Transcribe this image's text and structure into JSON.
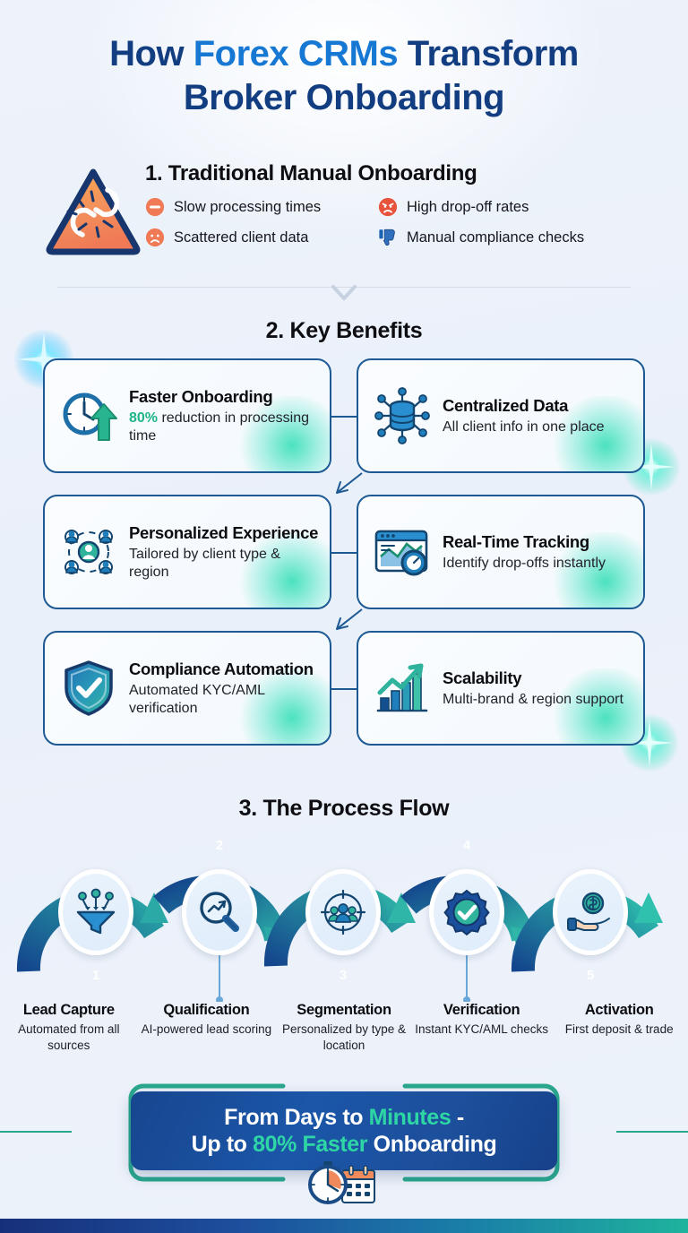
{
  "title": {
    "line1_a": "How ",
    "line1_hl": "Forex CRMs",
    "line1_b": " Transform",
    "line2": "Broker Onboarding"
  },
  "section1": {
    "heading": "1. Traditional Manual Onboarding",
    "icon": "warning-triangle-broken-chain-icon",
    "points": [
      {
        "icon": "no-entry-icon",
        "label": "Slow processing times"
      },
      {
        "icon": "angry-face-icon",
        "label": "High drop-off rates"
      },
      {
        "icon": "sad-face-icon",
        "label": "Scattered client data"
      },
      {
        "icon": "thumbs-down-icon",
        "label": "Manual compliance checks"
      }
    ]
  },
  "section2": {
    "heading": "2. Key Benefits",
    "cards": [
      {
        "icon": "clock-arrow-icon",
        "title": "Faster Onboarding",
        "highlight": "80%",
        "sub_rest": " reduction in processing time"
      },
      {
        "icon": "database-network-icon",
        "title": "Centralized Data",
        "highlight": "",
        "sub_rest": "All client info in one place"
      },
      {
        "icon": "people-network-icon",
        "title": "Personalized Experience",
        "highlight": "",
        "sub_rest": "Tailored by client type & region"
      },
      {
        "icon": "dashboard-gauge-icon",
        "title": "Real-Time Tracking",
        "highlight": "",
        "sub_rest": "Identify drop-offs instantly"
      },
      {
        "icon": "shield-check-icon",
        "title": "Compliance Automation",
        "highlight": "",
        "sub_rest": "Automated KYC/AML verification"
      },
      {
        "icon": "growth-chart-icon",
        "title": "Scalability",
        "highlight": "",
        "sub_rest": "Multi-brand & region support"
      }
    ]
  },
  "section3": {
    "heading": "3. The Process Flow",
    "steps": [
      {
        "number": "1",
        "icon": "funnel-icon",
        "label": "Lead Capture",
        "desc": "Automated from all sources"
      },
      {
        "number": "2",
        "icon": "magnifier-trend-icon",
        "label": "Qualification",
        "desc": "AI-powered lead scoring"
      },
      {
        "number": "3",
        "icon": "target-people-icon",
        "label": "Segmentation",
        "desc": "Personalized by type & location"
      },
      {
        "number": "4",
        "icon": "verified-badge-icon",
        "label": "Verification",
        "desc": "Instant KYC/AML checks"
      },
      {
        "number": "5",
        "icon": "hand-coin-icon",
        "label": "Activation",
        "desc": "First deposit & trade"
      }
    ]
  },
  "banner": {
    "line1_a": "From Days to ",
    "line1_hl": "Minutes",
    "line1_b": " -",
    "line2_a": "Up to ",
    "line2_hl": "80% Faster",
    "line2_b": " Onboarding",
    "icon": "stopwatch-calendar-icon"
  },
  "colors": {
    "navy": "#123d80",
    "bright_blue": "#1778d4",
    "teal": "#2fd6a5",
    "green_accent": "#1eb489",
    "salmon": "#ef7a55",
    "card_border": "#1d5a93"
  }
}
